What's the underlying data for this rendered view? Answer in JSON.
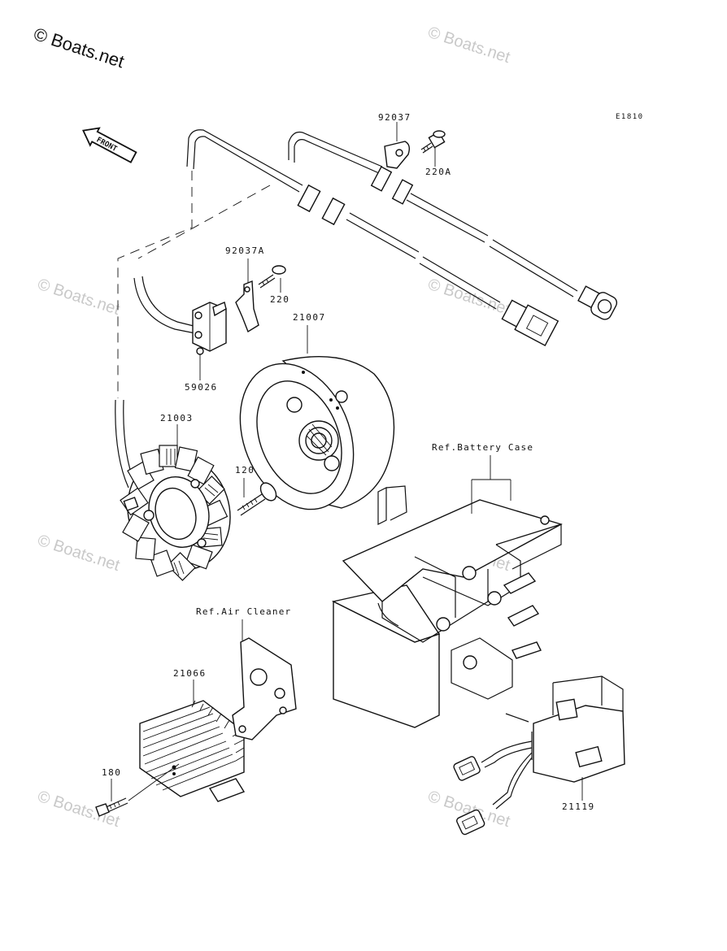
{
  "watermark": {
    "main": "© Boats.net",
    "faint": "© Boats.net"
  },
  "diagram_code": "E1810",
  "front_arrow": "FRONT",
  "parts": {
    "p92037": "92037",
    "p220A": "220A",
    "p92037A": "92037A",
    "p220": "220",
    "p21007": "21007",
    "p59026": "59026",
    "p21003": "21003",
    "p120": "120",
    "p21066": "21066",
    "p180": "180",
    "p21119": "21119"
  },
  "refs": {
    "battery_case": "Ref.Battery Case",
    "air_cleaner": "Ref.Air Cleaner"
  }
}
